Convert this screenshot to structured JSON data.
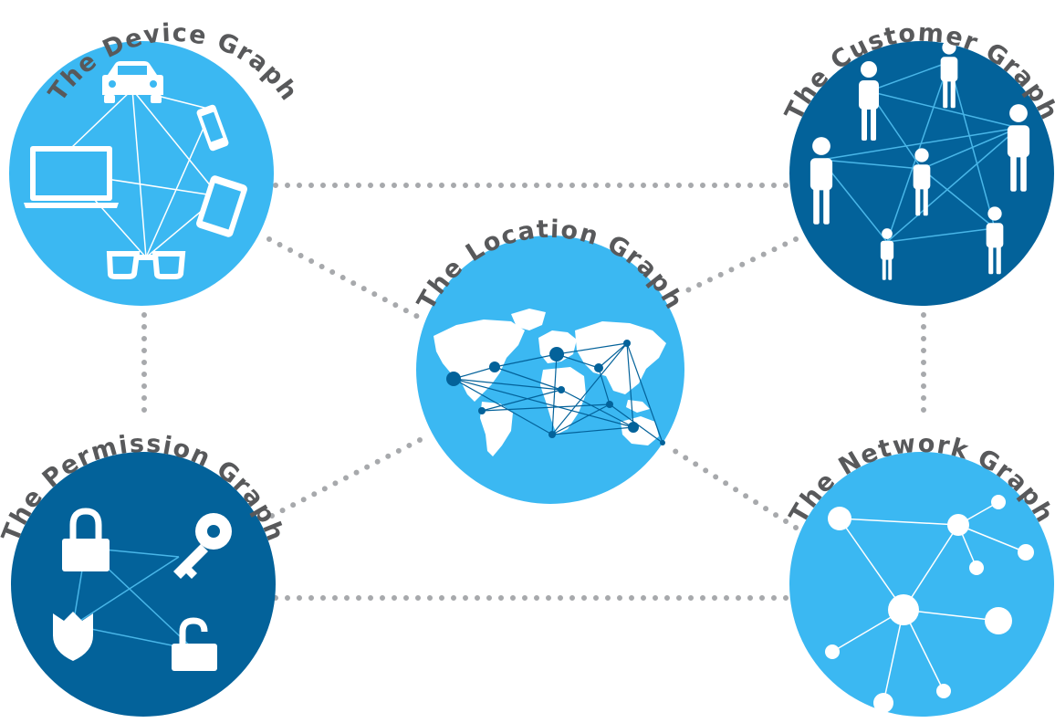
{
  "colors": {
    "light_blue": "#3bb8f2",
    "dark_blue": "#03629a",
    "connector": "#a7a9ac",
    "label": "#58595b",
    "inner_light": "#ffffff",
    "inner_dark": "#49b6e8"
  },
  "graphs": {
    "device": {
      "title": "The Device Graph",
      "icon": "device-network-icon"
    },
    "customer": {
      "title": "The Customer Graph",
      "icon": "people-network-icon"
    },
    "location": {
      "title": "The Location Graph",
      "icon": "world-map-icon"
    },
    "permission": {
      "title": "The Permission Graph",
      "icon": "lock-key-network-icon"
    },
    "network": {
      "title": "The Network Graph",
      "icon": "node-network-icon"
    }
  }
}
